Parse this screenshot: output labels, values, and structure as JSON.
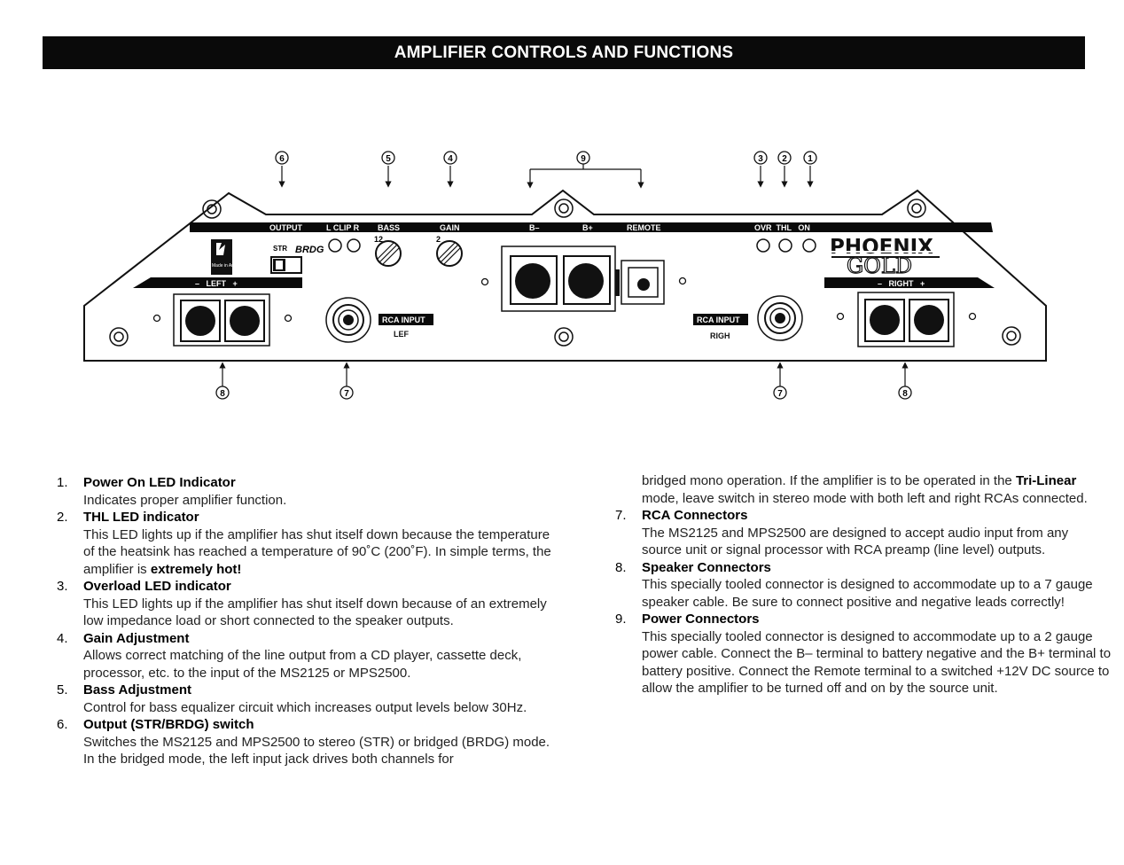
{
  "header": {
    "title": "AMPLIFIER CONTROLS  AND FUNCTIONS"
  },
  "diagram": {
    "callouts": [
      "6",
      "5",
      "4",
      "9",
      "3",
      "2",
      "1",
      "8",
      "7",
      "7",
      "8"
    ],
    "top_labels": {
      "output": "OUTPUT",
      "lclipr": "L CLIP R",
      "bass": "BASS",
      "gain": "GAIN",
      "bminus": "B–",
      "bplus": "B+",
      "remote": "REMOTE",
      "ovr_thl_on": "OVR  THL   ON"
    },
    "str": "STR",
    "brdg": "BRDG",
    "bass_tick": "12",
    "gain_tick": "2",
    "left_bar": "–   LEFT   +",
    "right_bar": "–   RIGHT   +",
    "rca_input": "RCA INPUT",
    "left_sub": "LEF",
    "right_sub": "RIGH",
    "brand": "PHOENIX",
    "brand_sub": "GOLD",
    "made_in": "Made in America"
  },
  "left_items": [
    {
      "num": "1.",
      "title": "Power On LED Indicator",
      "body": "Indicates proper amplifier function."
    },
    {
      "num": "2.",
      "title": "THL LED indicator",
      "body": "This LED lights up if the amplifier has shut itself down because the temperature of the heatsink has reached a temperature of 90˚C (200˚F). In simple terms, the amplifier is ",
      "emph": "extremely hot!"
    },
    {
      "num": "3.",
      "title": "Overload LED indicator",
      "body": "This LED lights up if the amplifier has shut itself down because of an extremely low impedance load or short connected to the speaker outputs."
    },
    {
      "num": "4.",
      "title": "Gain Adjustment",
      "body": "Allows correct matching of the line output from a CD player, cassette deck, processor, etc. to the input of the MS2125 or MPS2500."
    },
    {
      "num": "5.",
      "title": "Bass Adjustment",
      "body": "Control for bass equalizer circuit which increases output levels below 30Hz."
    },
    {
      "num": "6.",
      "title": "Output (STR/BRDG) switch",
      "body": "Switches the MS2125 and MPS2500 to stereo (STR) or bridged (BRDG) mode. In the bridged mode, the left input jack drives both channels for"
    }
  ],
  "right_cont": {
    "pre": "bridged mono operation. If the amplifier is to be operated in the ",
    "emph": "Tri-Linear",
    "post": " mode, leave switch in stereo mode with both left and right RCAs connected."
  },
  "right_items": [
    {
      "num": "7.",
      "title": "RCA Connectors",
      "body": "The MS2125 and MPS2500 are designed to accept audio input from any source unit or signal processor with RCA preamp (line level) outputs."
    },
    {
      "num": "8.",
      "title": "Speaker Connectors",
      "body": "This specially tooled connector is designed to accommodate up to a 7 gauge speaker cable. Be sure to connect positive and negative leads correctly!"
    },
    {
      "num": "9.",
      "title": "Power Connectors",
      "body": "This specially tooled connector is designed to accommodate up to a 2 gauge power cable. Connect the B– terminal to battery negative and the B+ terminal to battery positive. Connect the Remote terminal to a switched +12V DC source to allow the amplifier to be turned off and on by the source unit."
    }
  ]
}
